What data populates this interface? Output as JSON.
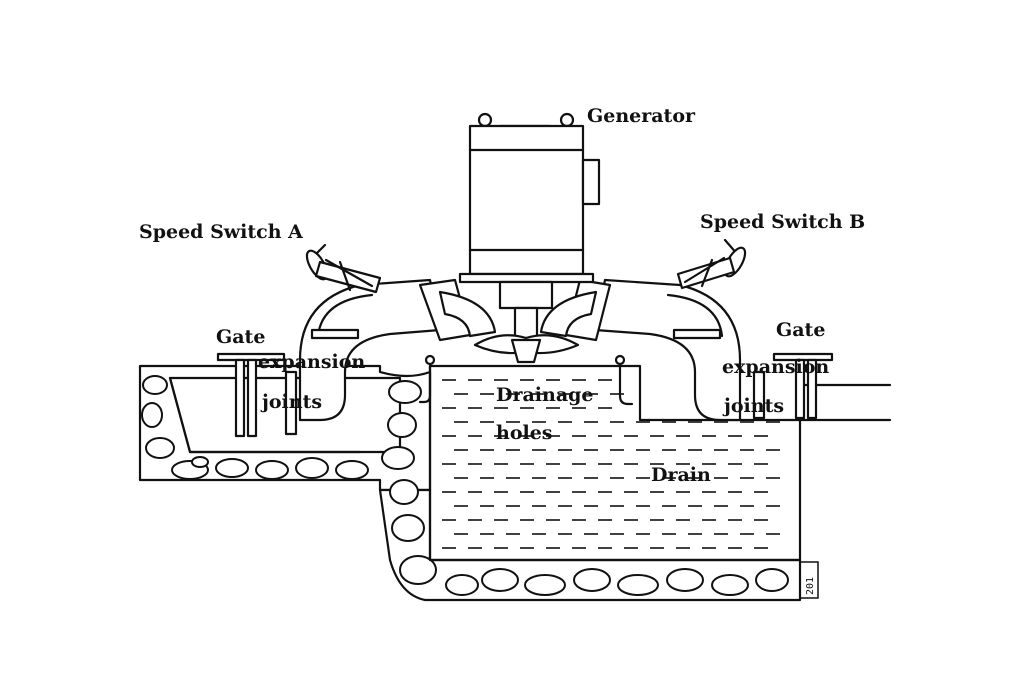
{
  "labels": {
    "generator": "Generator",
    "speed_switch_a": "Speed Switch A",
    "speed_switch_b": "Speed Switch B",
    "gate_left": "Gate",
    "gate_right": "Gate",
    "expansion_left_1": "expansion",
    "expansion_left_2": "joints",
    "expansion_right_1": "expansion",
    "expansion_right_2": "joints",
    "drainage_1": "Drainage",
    "drainage_2": "holes",
    "drain": "Drain",
    "corner_mark": "201"
  }
}
